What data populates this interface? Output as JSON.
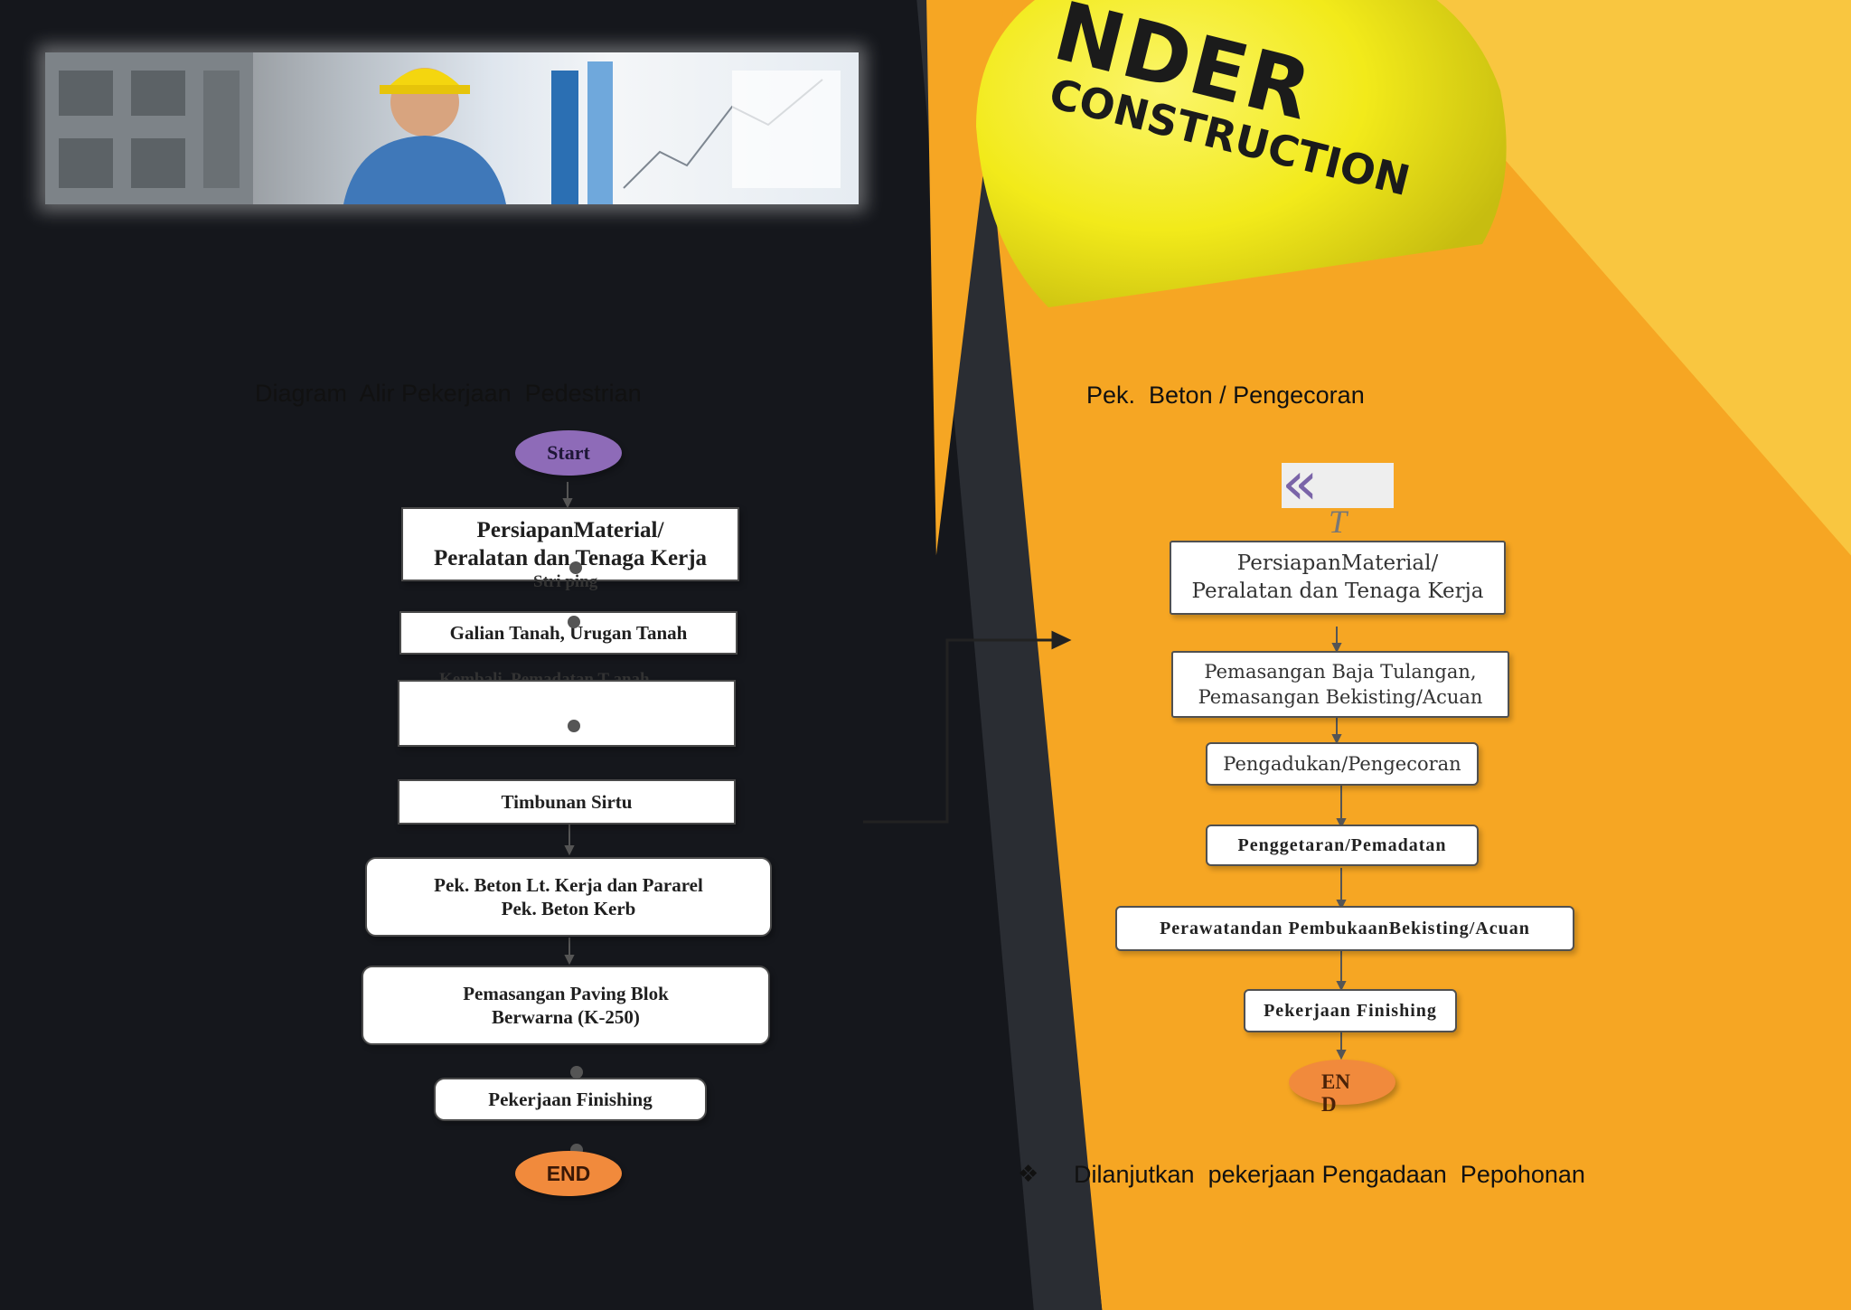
{
  "banner": {
    "helmet_text_line1": "NDER",
    "helmet_text_line2": "CONSTRUCTION",
    "colors": {
      "dark": "#15171c",
      "orange": "#f6a623",
      "yellow": "#f2ea1a"
    }
  },
  "left": {
    "title": "Diagram  Alir Pekerjaan  Pedestrian",
    "start": "Start",
    "steps": [
      "PersiapanMaterial/\nPeralatan dan Tenaga Kerja",
      "Galian Tanah, Urugan Tanah",
      "Timbunan Sirtu",
      "Pek. Beton Lt. Kerja dan Pararel\nPek. Beton Kerb",
      "Pemasangan Paving Blok\nBerwarna (K-250)",
      "Pekerjaan Finishing"
    ],
    "overlay_stripping": "Stri ping",
    "overlay_kembali": "Kembali, Pemadatan T anah",
    "end": "END",
    "colors": {
      "start": "#8e6bb8",
      "end": "#f18a3c"
    }
  },
  "right": {
    "title": "Pek.  Beton / Pengecoran",
    "top_glyph": "«",
    "top_letter": "T",
    "steps": [
      "PersiapanMaterial/\nPeralatan dan Tenaga Kerja",
      "Pemasangan Baja Tulangan,\nPemasangan Bekisting/Acuan",
      "Pengadukan/Pengecoran",
      "Penggetaran/Pemadatan",
      "Perawatandan PembukaanBekisting/Acuan",
      "Pekerjaan Finishing"
    ],
    "end": "EN\nD",
    "note_bullet": "❖",
    "note": "Dilanjutkan  pekerjaan Pengadaan  Pepohonan"
  }
}
